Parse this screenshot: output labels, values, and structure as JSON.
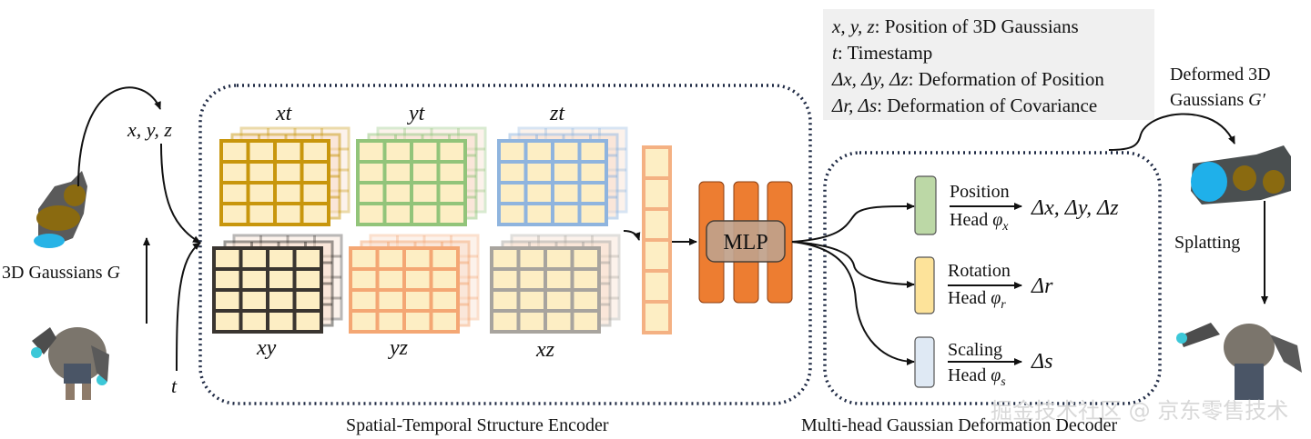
{
  "legend": {
    "items": [
      {
        "symbol": "x, y, z",
        "text": "Position of 3D Gaussians"
      },
      {
        "symbol": "t",
        "text": "Timestamp"
      },
      {
        "symbol": "Δx, Δy, Δz",
        "text": "Deformation of Position"
      },
      {
        "symbol": "Δr, Δs",
        "text": "Deformation of Covariance"
      }
    ]
  },
  "inputs": {
    "position_label": "x, y, z",
    "time_label": "t",
    "gaussians_label": "3D Gaussians",
    "gaussians_symbol": "G"
  },
  "encoder": {
    "title": "Spatial-Temporal Structure Encoder",
    "planes": [
      {
        "id": "xt",
        "label": "xt",
        "color": "#c8960c"
      },
      {
        "id": "yt",
        "label": "yt",
        "color": "#92c47a"
      },
      {
        "id": "zt",
        "label": "zt",
        "color": "#8fb4de"
      },
      {
        "id": "xy",
        "label": "xy",
        "color": "#3a3530"
      },
      {
        "id": "yz",
        "label": "yz",
        "color": "#f4a774"
      },
      {
        "id": "xz",
        "label": "xz",
        "color": "#a8a49e"
      }
    ],
    "cell_fill": "#fdeec4",
    "back_fill": "#f9dcc8"
  },
  "mlp": {
    "label": "MLP",
    "color": "#ed7d31"
  },
  "decoder": {
    "title": "Multi-head Gaussian Deformation Decoder",
    "heads": [
      {
        "name": "Position",
        "head": "Head",
        "symbol": "φ",
        "subscript": "x",
        "output": "Δx, Δy, Δz",
        "color": "#bcd8a6"
      },
      {
        "name": "Rotation",
        "head": "Head",
        "symbol": "φ",
        "subscript": "r",
        "output": "Δr",
        "color": "#fde39a"
      },
      {
        "name": "Scaling",
        "head": "Head",
        "symbol": "φ",
        "subscript": "s",
        "output": "Δs",
        "color": "#dfe9f4"
      }
    ]
  },
  "output": {
    "deformed_label_line1": "Deformed 3D",
    "deformed_label_line2": "Gaussians",
    "deformed_symbol": "G′",
    "splatting_label": "Splatting"
  },
  "watermark": "掘金技术社区 @ 京东零售技术"
}
